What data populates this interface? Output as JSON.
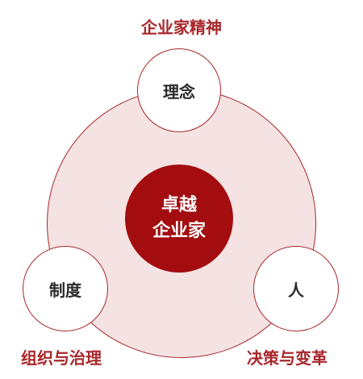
{
  "labels": {
    "top": "企业家精神",
    "bottom_left": "组织与治理",
    "bottom_right": "决策与变革"
  },
  "nodes": {
    "top": "理念",
    "left": "制度",
    "right": "人"
  },
  "center": {
    "line1": "卓越",
    "line2": "企业家"
  },
  "colors": {
    "accent": "#a8272b",
    "center_fill": "#a30d10",
    "ring_fill": "#f5e3e4",
    "node_fill": "#ffffff"
  }
}
